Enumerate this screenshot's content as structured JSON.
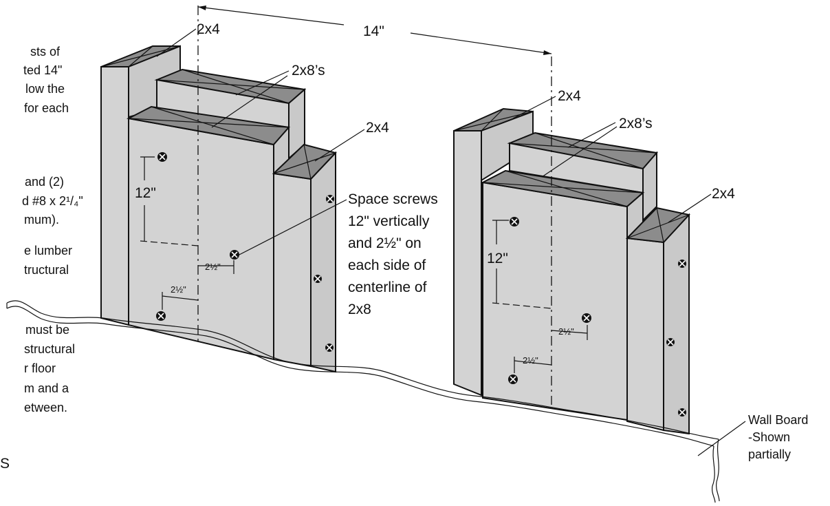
{
  "labels": {
    "spacing": "14\"",
    "left_2x4_top": "2x4",
    "left_2x8s": "2x8’s",
    "left_2x4_right": "2x4",
    "right_2x4_top": "2x4",
    "right_2x8s": "2x8’s",
    "right_2x4_right": "2x4",
    "left_vertical": "12\"",
    "right_vertical": "12\"",
    "left_half_1": "2½\"",
    "left_half_2": "2½\"",
    "right_half_1": "2½\"",
    "right_half_2": "2½\"",
    "screw_note": [
      "Space screws",
      "12\" vertically",
      "and 2½\" on",
      "each side of",
      "centerline of",
      "2x8"
    ],
    "wallboard": [
      "Wall Board",
      "-Shown",
      "partially"
    ]
  },
  "side_text": [
    "sts of",
    "ted 14\"",
    "low the",
    "for each",
    "and (2)",
    "d #8 x 2¹/₄\"",
    "mum).",
    "e lumber",
    "tructural",
    "must be",
    "structural",
    "r floor",
    "m and a",
    "etween.",
    "S"
  ]
}
